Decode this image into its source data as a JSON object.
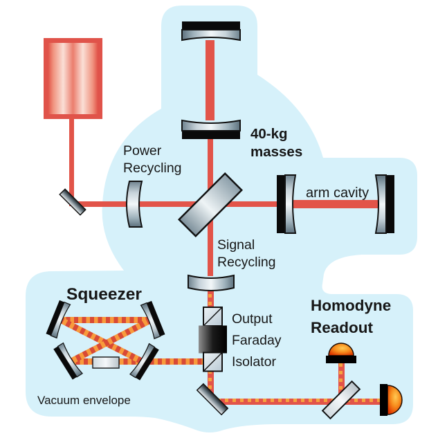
{
  "labels": {
    "power_recycling": "Power\nRecycling",
    "masses": "40-kg\nmasses",
    "arm_cavity": "arm cavity",
    "signal_recycling": "Signal\nRecycling",
    "squeezer": "Squeezer",
    "output_faraday_isolator": "Output\nFaraday\nIsolator",
    "homodyne_readout": "Homodyne\nReadout",
    "vacuum_envelope": "Vacuum envelope"
  },
  "colors": {
    "background": "#ffffff",
    "vacuum_envelope_blue": "#d6f1fa",
    "beam_red": "#e25449",
    "squeezed_beam_orange": "#f89b3c",
    "squeezed_dash_red": "#d84a36",
    "laser_border_red": "#e0534a",
    "mirror_metal_gray": "#c6d2d9",
    "faraday_rotator_black": "#111111",
    "photodetector_orange": "#f78f1e",
    "text_color": "#161616"
  },
  "components": [
    "laser-icon",
    "steering-mirror-icon",
    "power-recycling-mirror-icon",
    "main-beamsplitter-icon",
    "top-test-mass-far-icon",
    "top-test-mass-near-icon",
    "arm-input-test-mass-icon",
    "arm-end-test-mass-icon",
    "signal-recycling-mirror-icon",
    "squeezer-mirror-icon",
    "squeezer-crystal-icon",
    "faraday-cube-icon",
    "faraday-rotator-icon",
    "output-steering-mirror-icon",
    "homodyne-beamsplitter-icon",
    "photodetector-icon"
  ]
}
